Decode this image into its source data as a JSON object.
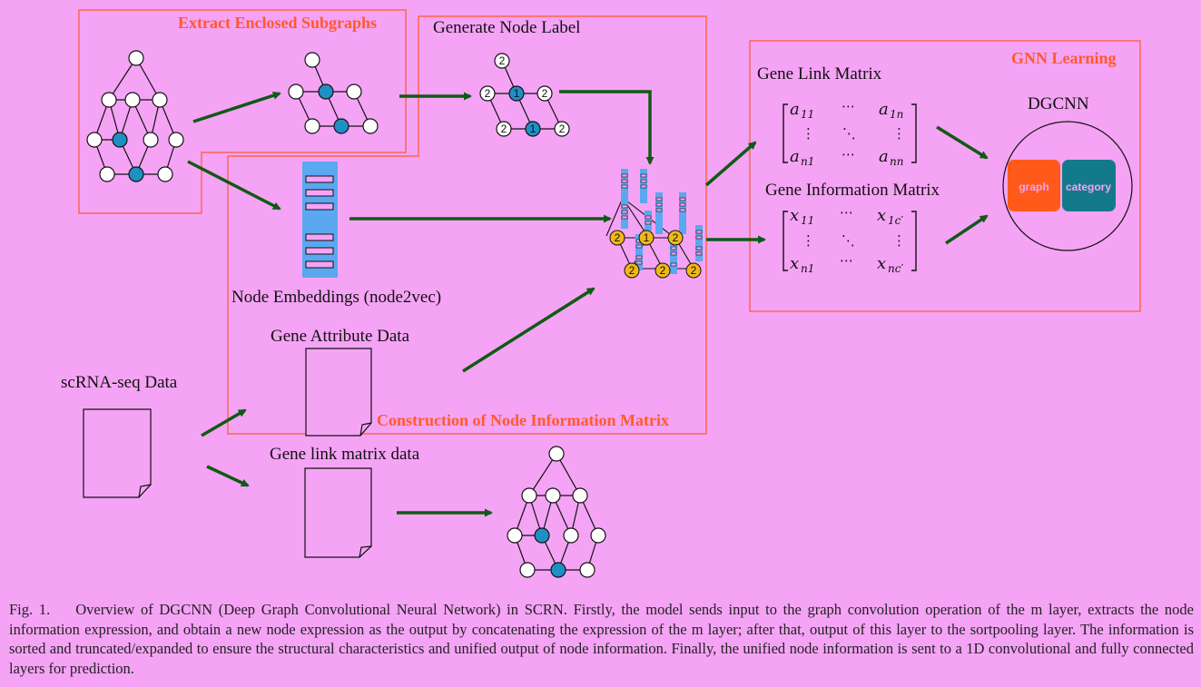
{
  "sections": {
    "extract": "Extract Enclosed Subgraphs",
    "construction": "Construction of Node Information Matrix",
    "gnn": "GNN Learning"
  },
  "labels": {
    "generate_node_label": "Generate Node Label",
    "node_embeddings": "Node Embeddings (node2vec)",
    "gene_attribute": "Gene Attribute Data",
    "scrna": "scRNA-seq Data",
    "gene_link_data": "Gene link matrix data",
    "gene_link_matrix": "Gene Link Matrix",
    "gene_info_matrix": "Gene Information Matrix",
    "dgcnn": "DGCNN"
  },
  "node_labels": {
    "one": "1",
    "two": "2"
  },
  "buttons": {
    "graph": "graph",
    "category": "category"
  },
  "link_matrix": {
    "a": "a",
    "top_left": "11",
    "top_right": "1n",
    "bottom_left": "n1",
    "bottom_right": "nn"
  },
  "info_matrix": {
    "x": "x",
    "top_left": "11",
    "top_right": "1c′",
    "bottom_left": "n1",
    "bottom_right": "nc′"
  },
  "math_dots": {
    "h": "⋯",
    "v": "⋮",
    "d": "⋱"
  },
  "caption": {
    "fig_label": "Fig. 1.",
    "text": "Overview of DGCNN (Deep Graph Convolutional Neural Network) in SCRN. Firstly, the model sends input to the graph convolution operation of the m layer, extracts the node information expression, and obtain a new node expression as the output by concatenating the expression of the m layer; after that, output of this layer to the sortpooling layer. The information is sorted and truncated/expanded to ensure the structural characteristics and unified output of node information. Finally, the unified node information is sent to a 1D convolutional and fully connected layers for prediction."
  },
  "colors": {
    "background": "#f5a3f5",
    "box_border": "#ff5a2a",
    "arrow": "#0f5a14",
    "blue_node": "#1f8fc4",
    "orange_node": "#f0b818",
    "embedding_bar": "#5aa8f0",
    "graph_button": "#ff5a1a",
    "category_button": "#127a8a"
  }
}
